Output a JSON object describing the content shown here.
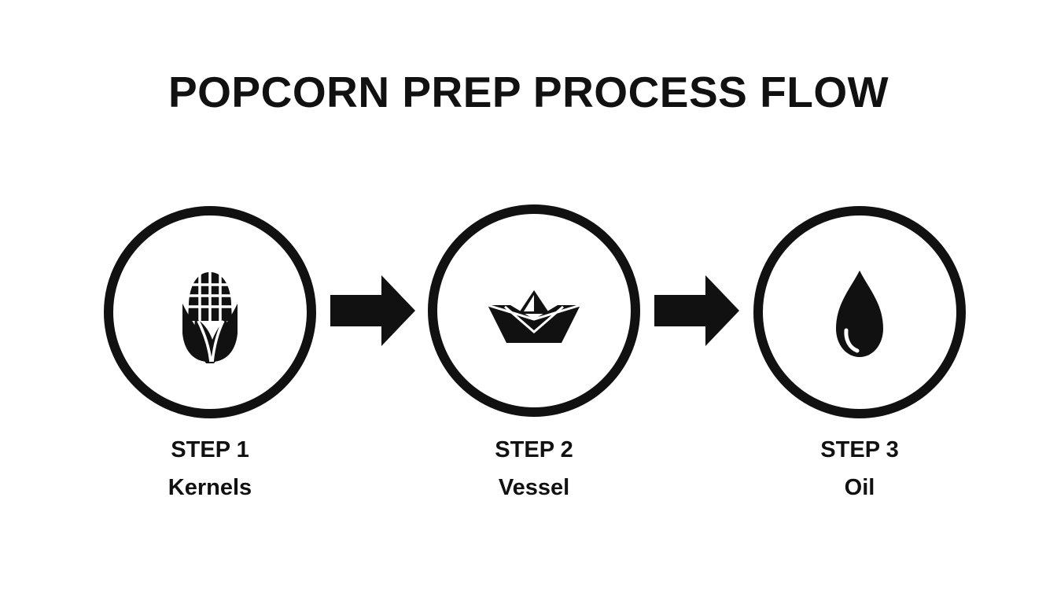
{
  "title": "POPCORN PREP PROCESS FLOW",
  "accent_color": "#111111",
  "steps": [
    {
      "number": "STEP 1",
      "name": "Kernels",
      "icon": "corn-icon"
    },
    {
      "number": "STEP 2",
      "name": "Vessel",
      "icon": "paper-boat-icon"
    },
    {
      "number": "STEP 3",
      "name": "Oil",
      "icon": "oil-drop-icon"
    }
  ],
  "connectors": [
    {
      "icon": "arrow-right-icon"
    },
    {
      "icon": "arrow-right-icon"
    }
  ]
}
